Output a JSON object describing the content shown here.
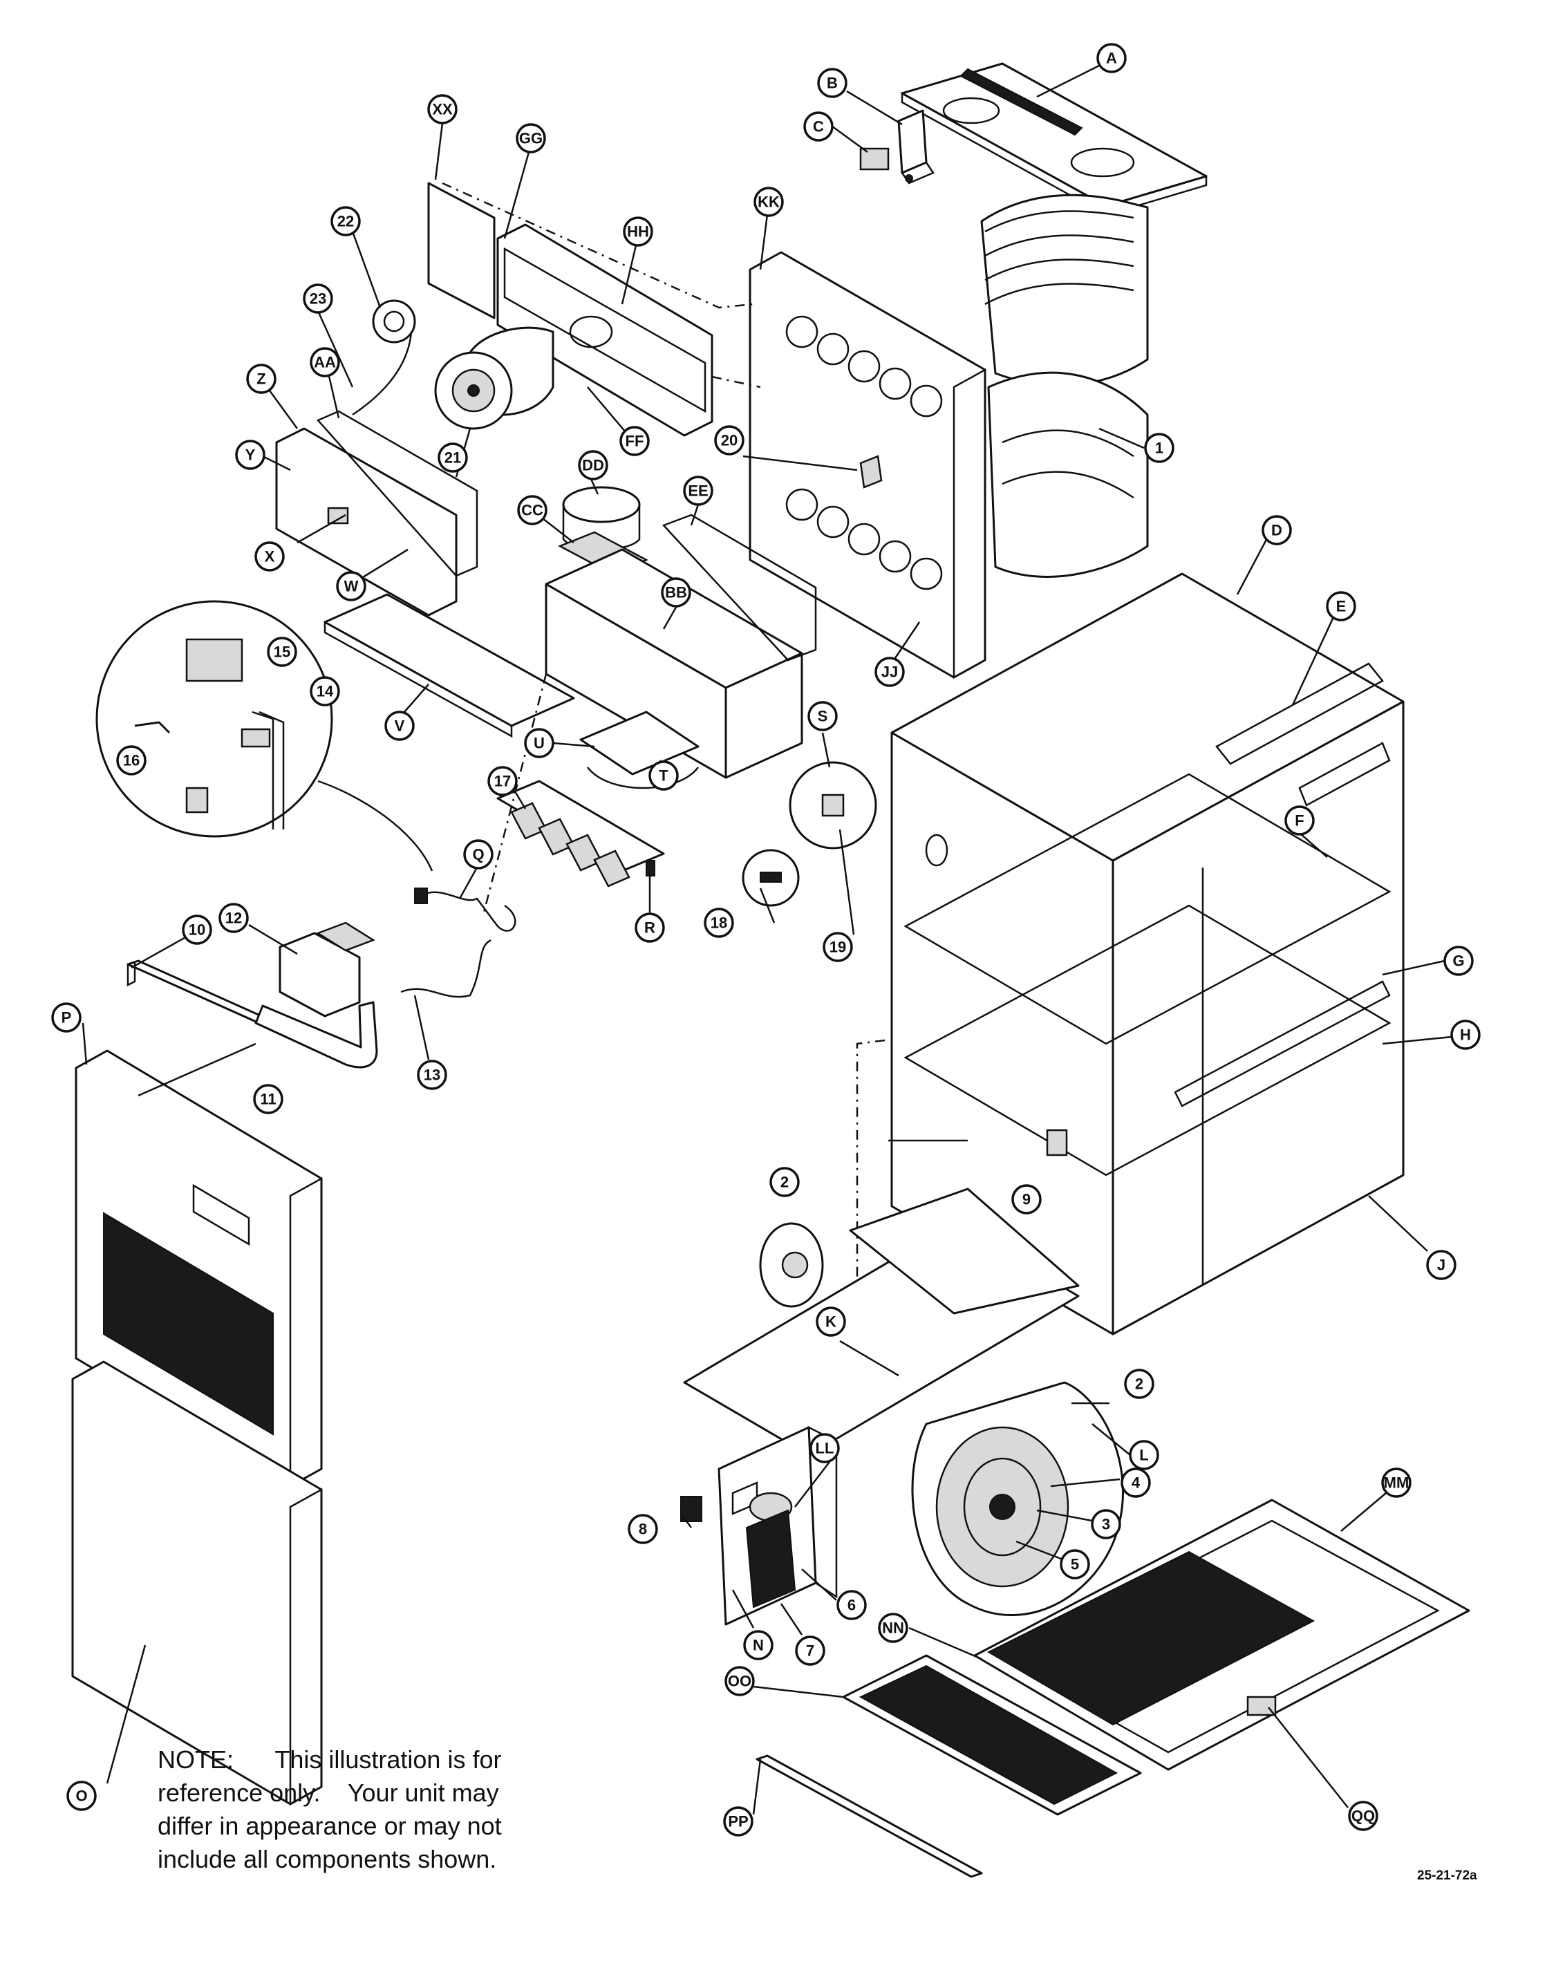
{
  "note": {
    "lines": [
      "NOTE:      This illustration is for",
      "reference only.    Your unit may",
      "differ in appearance or may not",
      "include all components shown."
    ]
  },
  "drawing_number": "25-21-72a",
  "callouts": {
    "A": "A",
    "B": "B",
    "C": "C",
    "D": "D",
    "E": "E",
    "F": "F",
    "G": "G",
    "H": "H",
    "J": "J",
    "K": "K",
    "L": "L",
    "N": "N",
    "O": "O",
    "P": "P",
    "Q": "Q",
    "R": "R",
    "S": "S",
    "T": "T",
    "U": "U",
    "V": "V",
    "W": "W",
    "X": "X",
    "Y": "Y",
    "Z": "Z",
    "AA": "AA",
    "BB": "BB",
    "CC": "CC",
    "DD": "DD",
    "EE": "EE",
    "FF": "FF",
    "GG": "GG",
    "HH": "HH",
    "JJ": "JJ",
    "KK": "KK",
    "LL": "LL",
    "MM": "MM",
    "NN": "NN",
    "OO": "OO",
    "PP": "PP",
    "QQ": "QQ",
    "XX": "XX",
    "n1": "1",
    "n2a": "2",
    "n2b": "2",
    "n3": "3",
    "n4": "4",
    "n5": "5",
    "n6": "6",
    "n7": "7",
    "n8": "8",
    "n9": "9",
    "n10": "10",
    "n11": "11",
    "n12": "12",
    "n13": "13",
    "n14": "14",
    "n15": "15",
    "n16": "16",
    "n17": "17",
    "n18": "18",
    "n19": "19",
    "n20": "20",
    "n21": "21",
    "n22": "22",
    "n23": "23"
  },
  "colors": {
    "ink": "#111111",
    "paper": "#ffffff"
  }
}
